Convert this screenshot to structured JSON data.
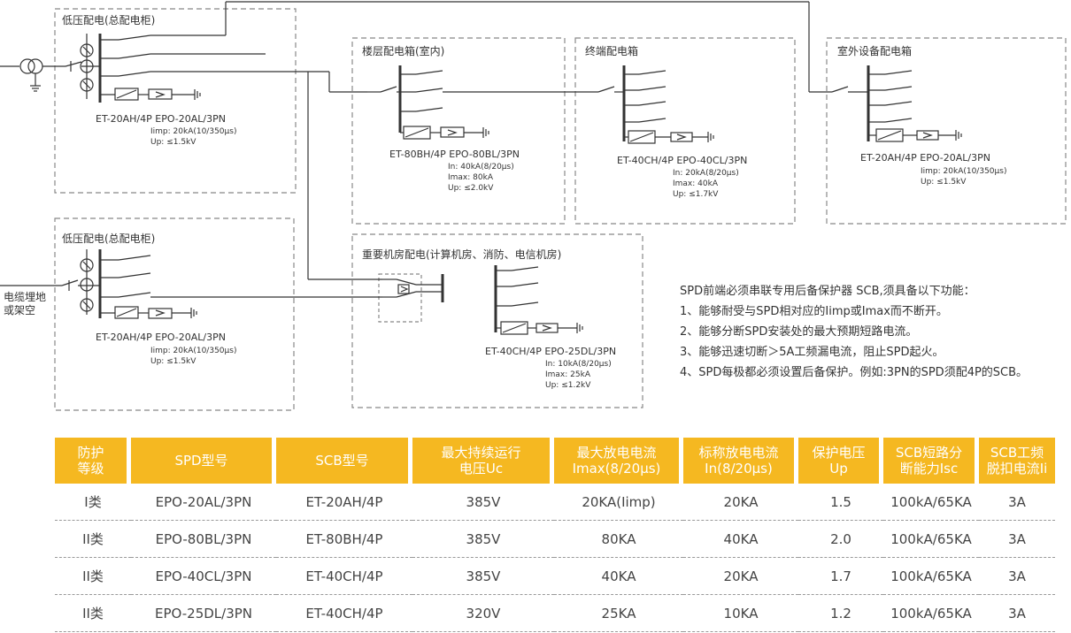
{
  "boxes": {
    "main_top": "低压配电(总配电柜)",
    "main_bottom": "低压配电(总配电柜)",
    "floor": "楼层配电箱(室内)",
    "terminal": "终端配电箱",
    "outdoor": "室外设备配电箱",
    "important": "重要机房配电(计算机房、消防、电信机房)"
  },
  "labels": {
    "cable": [
      "电缆埋地",
      "或架空"
    ],
    "main_top": {
      "model": "ET-20AH/4P  EPO-20AL/3PN",
      "spec1": "Iimp: 20kA(10/350μs)",
      "spec2": "Up: ≤1.5kV"
    },
    "main_bottom": {
      "model": "ET-20AH/4P  EPO-20AL/3PN",
      "spec1": "Iimp: 20kA(10/350μs)",
      "spec2": "Up: ≤1.5kV"
    },
    "floor": {
      "model": "ET-80BH/4P  EPO-80BL/3PN",
      "spec1": "In: 40kA(8/20μs)",
      "spec2": "Imax: 80kA",
      "spec3": "Up: ≤2.0kV"
    },
    "terminal": {
      "model": "ET-40CH/4P  EPO-40CL/3PN",
      "spec1": "In: 20kA(8/20μs)",
      "spec2": "Imax: 40kA",
      "spec3": "Up: ≤1.7kV"
    },
    "outdoor": {
      "model": "ET-20AH/4P   EPO-20AL/3PN",
      "spec1": "Iimp: 20kA(10/350μs)",
      "spec2": "Up: ≤1.5kV"
    },
    "important": {
      "model": "ET-40CH/4P  EPO-25DL/3PN",
      "spec1": "In: 10kA(8/20μs)",
      "spec2": "Imax: 25kA",
      "spec3": "Up: ≤1.2kV"
    }
  },
  "notes": [
    "SPD前端必须串联专用后备保护器 SCB,须具备以下功能：",
    "1、能够耐受与SPD相对应的Iimp或Imax而不断开。",
    "2、能够分断SPD安装处的最大预期短路电流。",
    "3、能够迅速切断＞5A工频漏电流，阻止SPD起火。",
    "4、SPD每极都必须设置后备保护。例如:3PN的SPD须配4P的SCB。"
  ],
  "table": {
    "headers": [
      [
        "防护",
        "等级"
      ],
      [
        "SPD型号",
        ""
      ],
      [
        "SCB型号",
        ""
      ],
      [
        "最大持续运行",
        "电压Uc"
      ],
      [
        "最大放电电流",
        "Imax(8/20μs)"
      ],
      [
        "标称放电电流",
        "In(8/20μs)"
      ],
      [
        "保护电压",
        "Up"
      ],
      [
        "SCB短路分",
        "断能力Isc"
      ],
      [
        "SCB工频",
        "脱扣电流Ii"
      ]
    ],
    "rows": [
      [
        "I类",
        "EPO-20AL/3PN",
        "ET-20AH/4P",
        "385V",
        "20KA(Iimp)",
        "20KA",
        "1.5",
        "100kA/65KA",
        "3A"
      ],
      [
        "II类",
        "EPO-80BL/3PN",
        "ET-80BH/4P",
        "385V",
        "80KA",
        "40KA",
        "2.0",
        "100kA/65KA",
        "3A"
      ],
      [
        "II类",
        "EPO-40CL/3PN",
        "ET-40CH/4P",
        "385V",
        "40KA",
        "20KA",
        "1.7",
        "100kA/65KA",
        "3A"
      ],
      [
        "II类",
        "EPO-25DL/3PN",
        "ET-40CH/4P",
        "320V",
        "25KA",
        "10KA",
        "1.2",
        "100kA/65KA",
        "3A"
      ]
    ]
  }
}
